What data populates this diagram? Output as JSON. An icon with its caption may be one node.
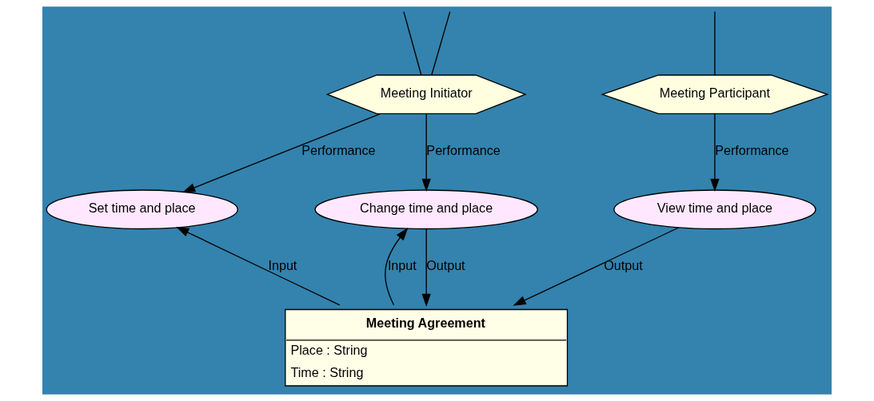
{
  "diagram": {
    "nodes": [
      {
        "text": [
          "Meeting Initiator"
        ]
      },
      {
        "text": [
          "Meeting Participant"
        ]
      },
      {
        "text": [
          "Set time and place"
        ]
      },
      {
        "text": [
          "Change time and place"
        ]
      },
      {
        "text": [
          "View time and place"
        ]
      },
      {
        "text": [
          "Meeting Agreement",
          "Place : String",
          "Time : String"
        ]
      }
    ],
    "edges": [
      {
        "from": null,
        "to": 0,
        "arrow": "none"
      },
      {
        "from": null,
        "to": 0,
        "arrow": "none"
      },
      {
        "from": null,
        "to": 1,
        "arrow": "none"
      },
      {
        "from": 0,
        "to": 2,
        "label": "Performance",
        "arrow": "to"
      },
      {
        "from": 0,
        "to": 3,
        "label": "Performance",
        "arrow": "to"
      },
      {
        "from": 1,
        "to": 4,
        "label": "Performance",
        "arrow": "to"
      },
      {
        "from": 5,
        "to": 2,
        "label": "Input",
        "arrow": "to"
      },
      {
        "from": 3,
        "to": 5,
        "label": "Output",
        "arrow": "to"
      },
      {
        "from": 5,
        "to": 3,
        "label": "Input",
        "arrow": "to"
      },
      {
        "from": 4,
        "to": 5,
        "label": "Output",
        "arrow": "to"
      }
    ]
  }
}
